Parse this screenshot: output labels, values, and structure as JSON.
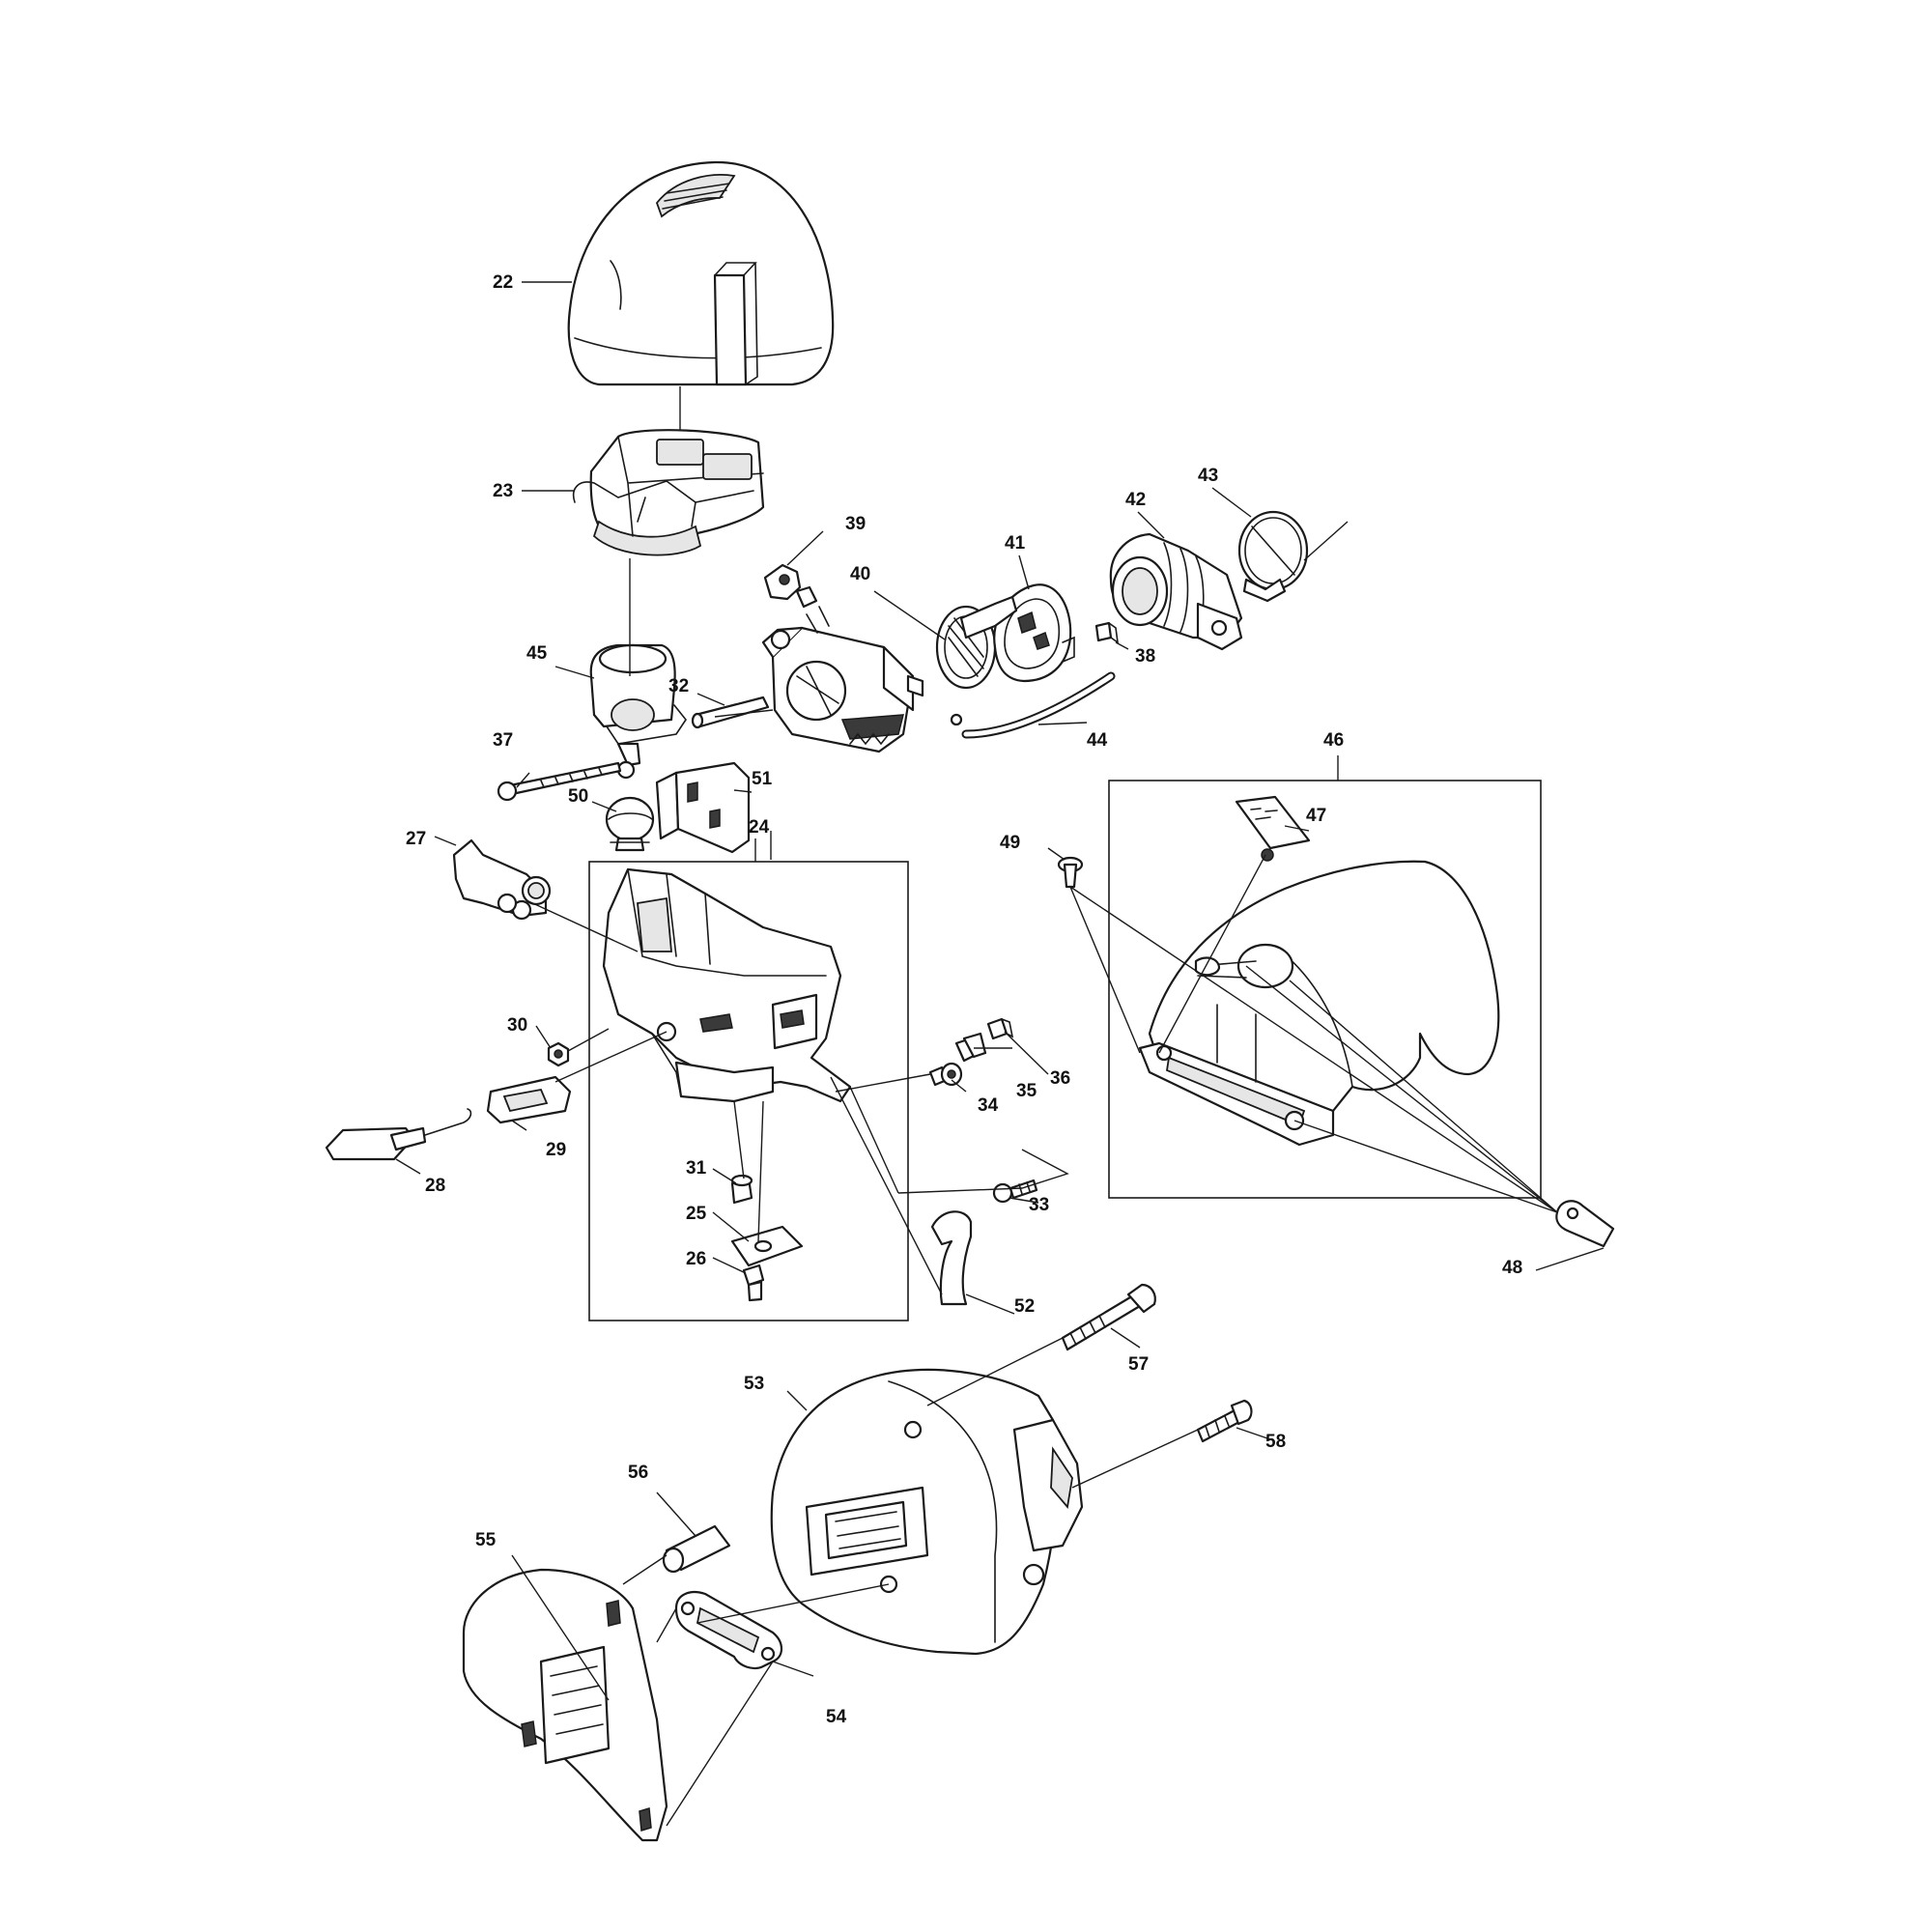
{
  "diagram": {
    "callouts": {
      "c22": "22",
      "c23": "23",
      "c24": "24",
      "c25": "25",
      "c26": "26",
      "c27": "27",
      "c28": "28",
      "c29": "29",
      "c30": "30",
      "c31": "31",
      "c32": "32",
      "c33": "33",
      "c34": "34",
      "c35": "35",
      "c36": "36",
      "c37": "37",
      "c38": "38",
      "c39": "39",
      "c40": "40",
      "c41": "41",
      "c42": "42",
      "c43": "43",
      "c44": "44",
      "c45": "45",
      "c46": "46",
      "c47": "47",
      "c48": "48",
      "c49": "49",
      "c50": "50",
      "c51": "51",
      "c52": "52",
      "c53": "53",
      "c54": "54",
      "c55": "55",
      "c56": "56",
      "c57": "57",
      "c58": "58"
    }
  }
}
